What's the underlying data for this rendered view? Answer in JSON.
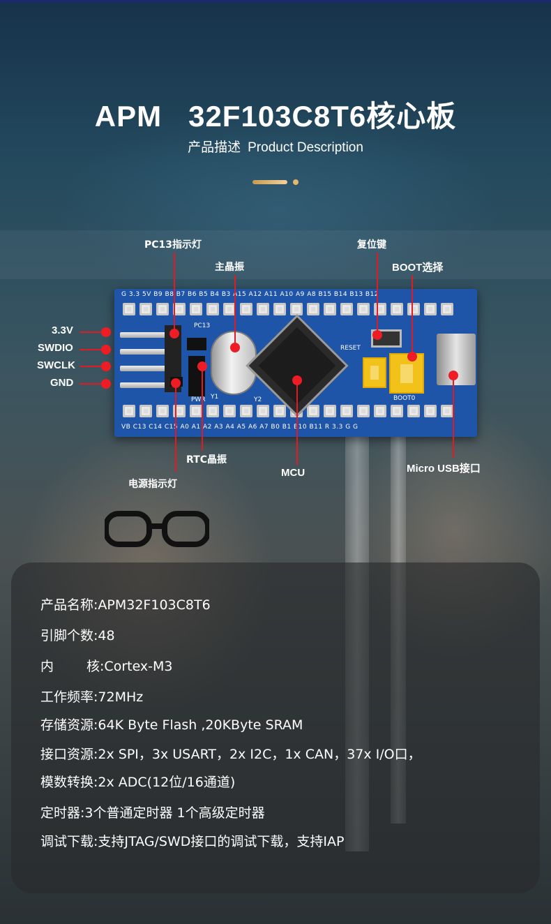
{
  "header": {
    "title_brand": "APM",
    "title_model": "32F103C8T6核心板",
    "subtitle_cn": "产品描述",
    "subtitle_en": "Product Description"
  },
  "board": {
    "top_pin_labels": "G 3.3 5V B9 B8 B7 B6 B5 B4 B3 A15 A12 A11 A10 A9 A8 B15 B14 B13 B12",
    "bottom_pin_labels": "VB C13 C14 C15 A0 A1 A2 A3 A4 A5 A6 A7 B0 B1 B10 B11 R 3.3 G G",
    "silk_pc13": "PC13",
    "silk_reset": "RESET",
    "silk_boot": "BOOT0",
    "silk_pwr": "PWR",
    "silk_y1": "Y1",
    "silk_y2": "Y2"
  },
  "callouts": {
    "pc13_led": "PC13指示灯",
    "main_crystal": "主晶振",
    "reset_key": "复位键",
    "boot_select": "BOOT选择",
    "pin_33v": "3.3V",
    "pin_swdio": "SWDIO",
    "pin_swclk": "SWCLK",
    "pin_gnd": "GND",
    "rtc_crystal": "RTC晶振",
    "mcu": "MCU",
    "micro_usb": "Micro USB接口",
    "power_led": "电源指示灯"
  },
  "specs": [
    {
      "label": "产品名称:",
      "value": "APM32F103C8T6"
    },
    {
      "label": "引脚个数:",
      "value": "48"
    },
    {
      "label_a": "内",
      "label_b": "核:",
      "value": "Cortex-M3"
    },
    {
      "label": "工作频率:",
      "value": "72MHz"
    },
    {
      "label": "存储资源:",
      "value": "64K Byte Flash ,20KByte SRAM"
    },
    {
      "label": "接口资源:",
      "value": "2x SPI，3x USART，2x I2C，1x CAN，37x I/O口，"
    },
    {
      "label": "模数转换:",
      "value": "2x ADC(12位/16通道)"
    },
    {
      "label": "定时器:",
      "value": "3个普通定时器 1个高级定时器"
    },
    {
      "label": "调试下载:",
      "value": "支持JTAG/SWD接口的调试下载，支持IAP"
    }
  ],
  "colors": {
    "accent_red": "#e11b23",
    "gold": "#e3b86e",
    "board_blue": "#1f55a8"
  }
}
